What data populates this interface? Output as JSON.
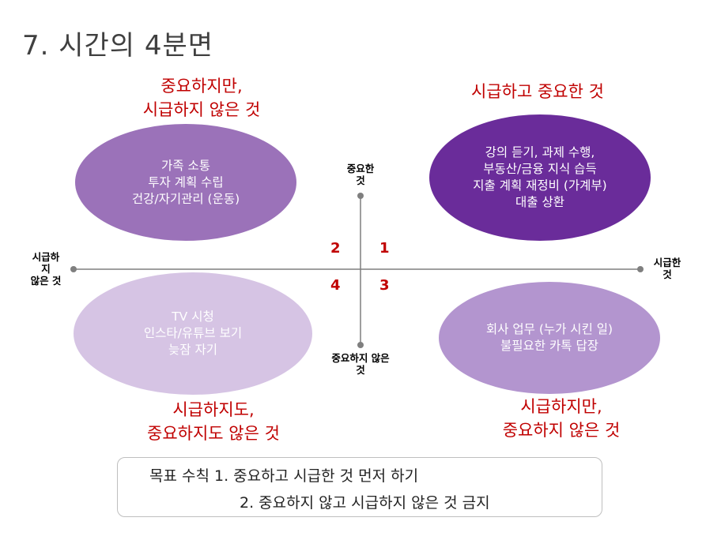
{
  "title": "7. 시간의 4분면",
  "quadrants": {
    "top_left": {
      "header_lines": [
        "중요하지만,",
        "시급하지 않은 것"
      ],
      "items": [
        "가족 소통",
        "투자 계획 수립",
        "건강/자기관리 (운동)"
      ],
      "color": "#9b72b9"
    },
    "top_right": {
      "header_lines": [
        "시급하고 중요한 것"
      ],
      "items": [
        "강의 듣기, 과제 수행,",
        "부동산/금융 지식 습득",
        "지출 계획 재정비 (가계부)",
        "대출 상환"
      ],
      "color": "#6a2c9a"
    },
    "bottom_left": {
      "header_lines": [
        "시급하지도,",
        "중요하지도 않은 것"
      ],
      "items": [
        "TV 시청",
        "인스타/유튜브 보기",
        "늦잠 자기"
      ],
      "color": "#d6c4e4"
    },
    "bottom_right": {
      "header_lines": [
        "시급하지만,",
        "중요하지 않은 것"
      ],
      "items": [
        "회사 업무 (누가 시킨 일)",
        "불필요한 카톡 답장"
      ],
      "color": "#b395cf"
    }
  },
  "axes": {
    "top_label_lines": [
      "중요한",
      "것"
    ],
    "bottom_label_lines": [
      "중요하지 않은",
      "것"
    ],
    "left_label_lines": [
      "시급하",
      "지",
      "않은 것"
    ],
    "right_label_lines": [
      "시급한",
      "것"
    ]
  },
  "quadrant_numbers": [
    "2",
    "1",
    "4",
    "3"
  ],
  "rules": {
    "line1": "목표 수칙 1. 중요하고 시급한 것 먼저 하기",
    "line2": "2. 중요하지 않고 시급하지 않은 것 금지"
  },
  "colors": {
    "header_red": "#c00000",
    "axis_gray": "#7f7f7f"
  }
}
